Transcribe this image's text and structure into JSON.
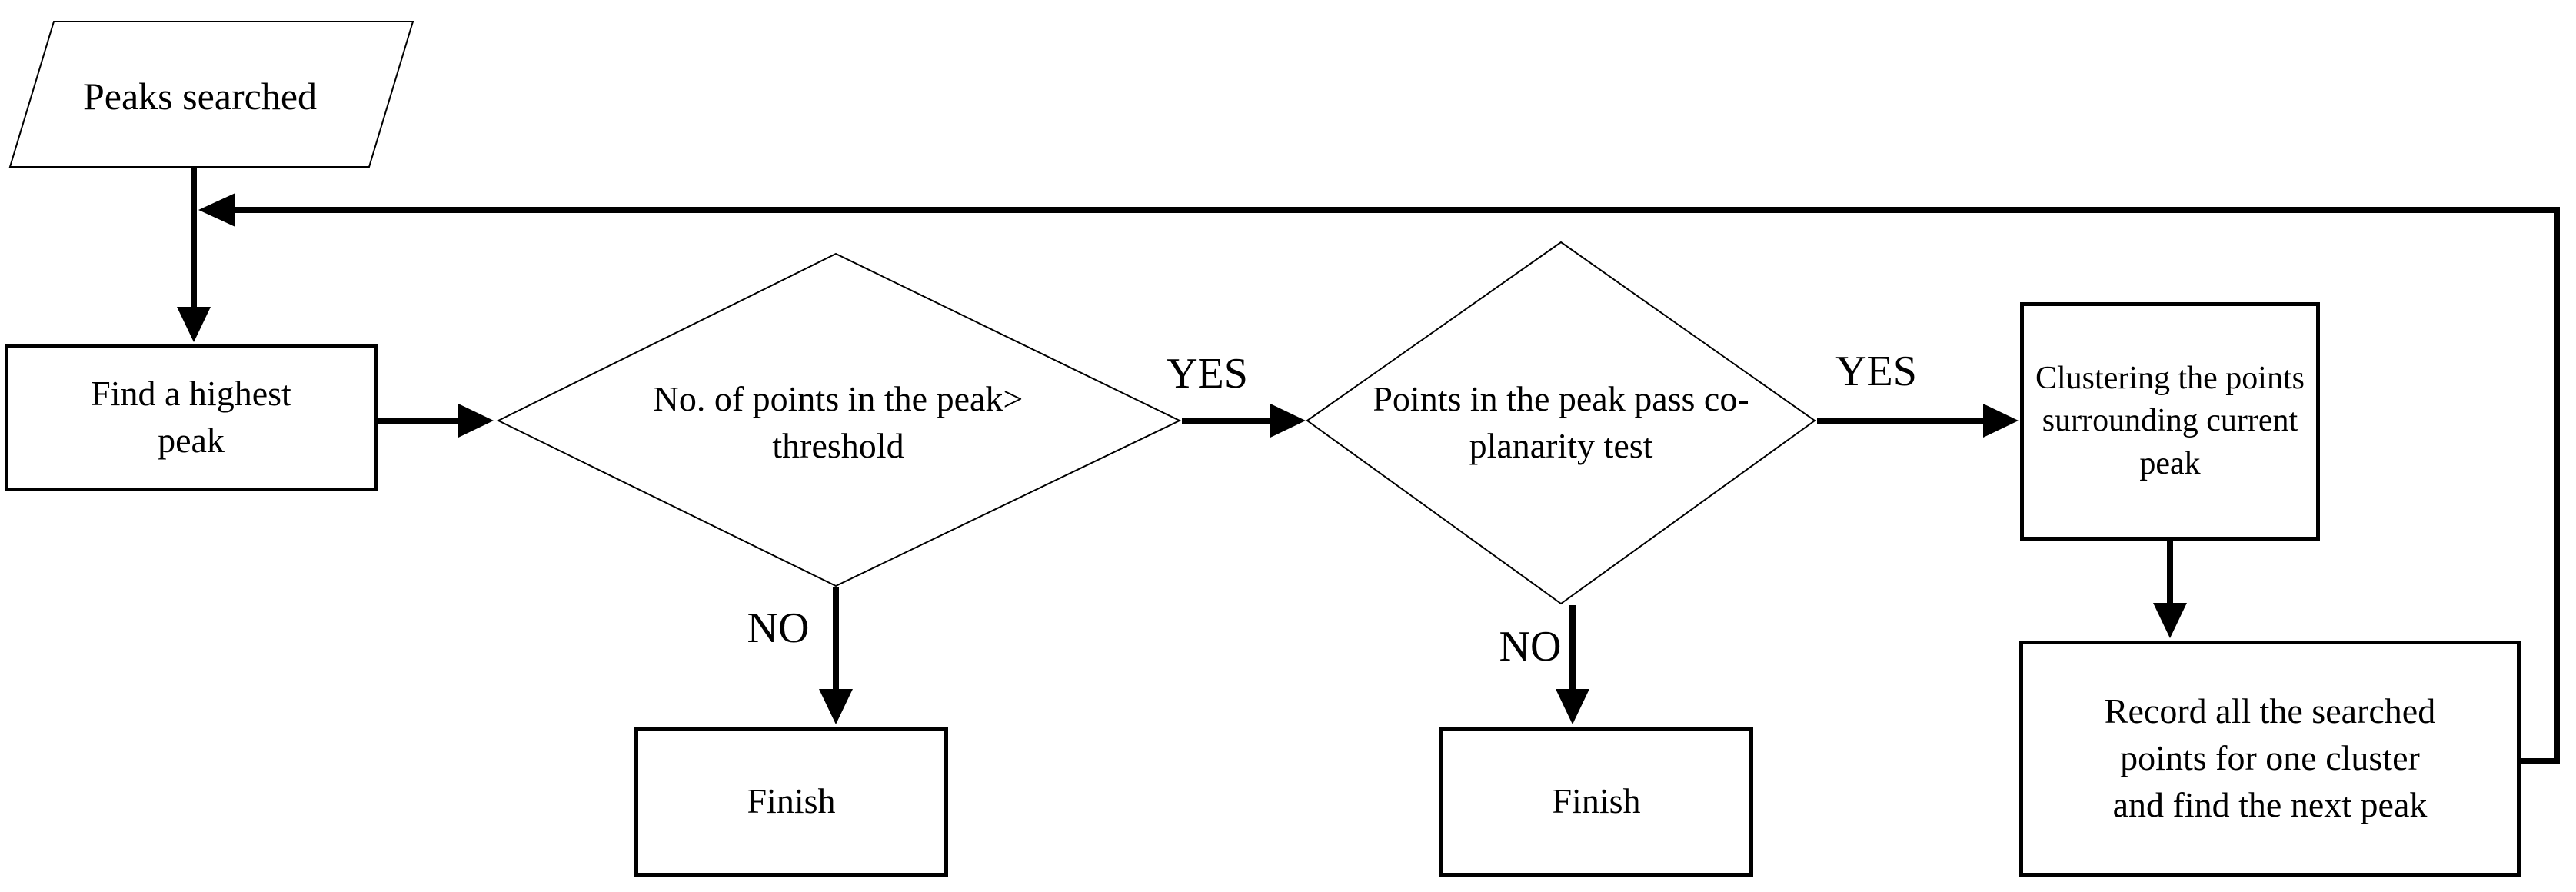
{
  "diagram": {
    "type": "flowchart",
    "background_color": "#ffffff",
    "stroke_color": "#000000",
    "nodes": {
      "start": {
        "shape": "parallelogram",
        "label": "Peaks searched"
      },
      "find_peak": {
        "shape": "process-rectangle",
        "label": "Find a highest\npeak"
      },
      "decision_threshold": {
        "shape": "decision-diamond",
        "label": "No. of points in the peak>\nthreshold"
      },
      "decision_coplanarity": {
        "shape": "decision-diamond",
        "label": "Points in the peak pass co-\nplanarity test"
      },
      "finish_left": {
        "shape": "process-rectangle",
        "label": "Finish"
      },
      "finish_right": {
        "shape": "process-rectangle",
        "label": "Finish"
      },
      "clustering": {
        "shape": "process-rectangle",
        "label": "Clustering the points\nsurrounding current\npeak"
      },
      "record": {
        "shape": "process-rectangle",
        "label": "Record all the searched\npoints for one cluster\nand find the next peak"
      }
    },
    "edge_labels": {
      "yes_threshold": "YES",
      "no_threshold": "NO",
      "yes_coplanarity": "YES",
      "no_coplanarity": "NO"
    }
  }
}
